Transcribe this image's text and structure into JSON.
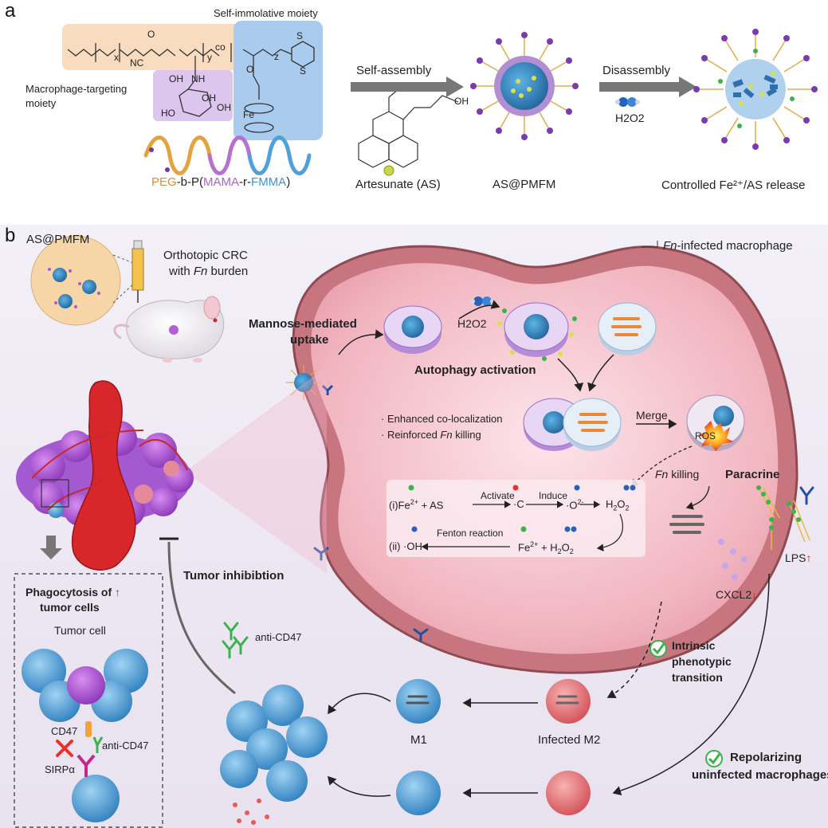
{
  "panel_a": {
    "label": "a",
    "self_immolative": "Self-immolative moiety",
    "macrophage_targeting": "Macrophage-targeting moiety",
    "polymer_name": {
      "peg": "PEG",
      "b": "-b-P(",
      "mama": "MAMA",
      "r": "-r-",
      "fmma": "FMMA",
      "close": ")"
    },
    "self_assembly": "Self-assembly",
    "artesunate": "Artesunate (AS)",
    "as_pmfm": "AS@PMFM",
    "disassembly": "Disassembly",
    "h2o2": "H2O2",
    "controlled_release": "Controlled Fe²⁺/AS release",
    "chem_labels": {
      "x": "x",
      "y": "y",
      "z": "z",
      "co": "co",
      "oh1": "OH",
      "nh": "NH",
      "oh2": "OH",
      "oh3": "OH",
      "ho": "HO",
      "nc": "NC",
      "fe": "Fe",
      "s1": "S",
      "s2": "S",
      "o1": "O",
      "o2": "O",
      "oh_as": "OH"
    }
  },
  "panel_b": {
    "label": "b",
    "as_pmfm_circle": "AS@PMFM",
    "orthotopic": "Orthotopic CRC",
    "with_fn": "with ",
    "fn": "Fn",
    "burden": " burden",
    "fn_infected_title_fn": "Fn",
    "fn_infected_title": "-infected macrophage",
    "mannose_uptake_line1": "Mannose-mediated",
    "mannose_uptake_line2": "uptake",
    "autophagy": "Autophagy activation",
    "h2o2": "H2O2",
    "bullet1": "· Enhanced co-localization",
    "bullet2_pre": "· Reinforced ",
    "bullet2_fn": "Fn",
    "bullet2_post": " killing",
    "merge": "Merge",
    "ros": "ROS",
    "fn_killing_fn": "Fn",
    "fn_killing": " killing",
    "paracrine": "Paracrine",
    "reaction_i": {
      "prefix": "(i)",
      "fe": "Fe",
      "fe_charge": "2+",
      "plus_as": " + AS",
      "activate": "Activate",
      "c": "·C",
      "induce": "Induce",
      "o": "·O",
      "o_charge": "2-",
      "h": "H",
      "h_sub": "2",
      "o2": "O",
      "o2_sub": "2"
    },
    "reaction_ii": {
      "prefix": "(ii) ·OH",
      "fenton": "Fenton reaction",
      "fe": "Fe",
      "fe_charge": "2+",
      "plus": " + H",
      "h_sub": "2",
      "o": "O",
      "o_sub": "2"
    },
    "lps": "LPS",
    "cxcl2": "CXCL2",
    "tumor_inhibition": "Tumor inhibibtion",
    "anti_cd47_top": "anti-CD47",
    "phago_line1": "Phagocytosis of",
    "phago_line2": "tumor cells",
    "tumor_cell": "Tumor cell",
    "cd47": "CD47",
    "anti_cd47_box": "anti-CD47",
    "sirpa": "SIRPα",
    "intrinsic_line1": "Intrinsic",
    "intrinsic_line2": "phenotypic",
    "intrinsic_line3": "transition",
    "m1": "M1",
    "infected_m2": "Infected M2",
    "repolarizing_line1": "Repolarizing",
    "repolarizing_line2": "uninfected macrophages",
    "arrow_up": "↑",
    "arrow_down": "↓"
  },
  "colors": {
    "peg_orange": "#e08a2e",
    "mama_purple": "#b060c8",
    "fmma_blue": "#3e93d0",
    "macrophage_pink": "#c8707a",
    "tumor_blue": "#4a9fd8",
    "m2_red": "#e06a6a",
    "check_green": "#3bb34a",
    "red_arrow": "#d02020"
  }
}
